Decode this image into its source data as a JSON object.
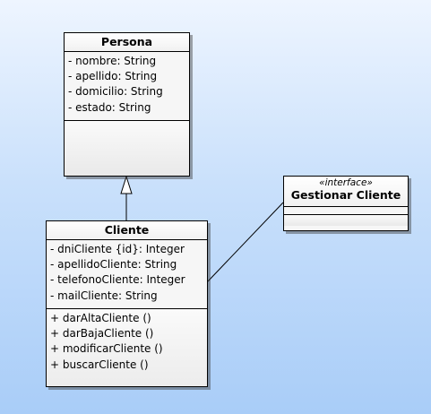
{
  "diagram": {
    "persona": {
      "name": "Persona",
      "attributes": [
        "- nombre: String",
        "- apellido: String",
        "- domicilio: String",
        "- estado: String"
      ],
      "operations": []
    },
    "cliente": {
      "name": "Cliente",
      "attributes": [
        "- dniCliente {id}: Integer",
        "- apellidoCliente: String",
        "- telefonoCliente: Integer",
        "- mailCliente: String"
      ],
      "operations": [
        "+ darAltaCliente ()",
        "+ darBajaCliente ()",
        "+ modificarCliente ()",
        "+ buscarCliente ()"
      ]
    },
    "interface": {
      "stereotype": "«interface»",
      "name": "Gestionar Cliente"
    },
    "relationships": [
      {
        "type": "generalization",
        "from": "Cliente",
        "to": "Persona"
      },
      {
        "type": "association",
        "from": "Cliente",
        "to": "Gestionar Cliente"
      }
    ],
    "colors": {
      "background_top": "#eef5ff",
      "background_bottom": "#a9cdf8",
      "box_fill": "#f6f6f6",
      "line": "#000000"
    }
  }
}
